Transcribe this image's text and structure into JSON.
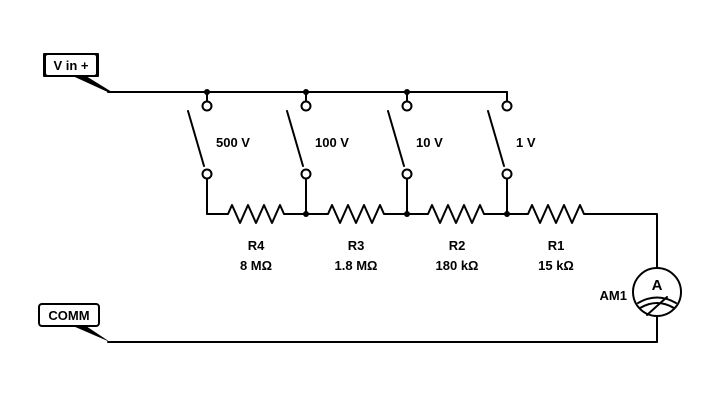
{
  "terminals": {
    "vin": "V in +",
    "comm": "COMM"
  },
  "switches": [
    {
      "label": "500 V"
    },
    {
      "label": "100 V"
    },
    {
      "label": "10 V"
    },
    {
      "label": "1 V"
    }
  ],
  "resistors": [
    {
      "name": "R4",
      "value": "8 MΩ"
    },
    {
      "name": "R3",
      "value": "1.8 MΩ"
    },
    {
      "name": "R2",
      "value": "180 kΩ"
    },
    {
      "name": "R1",
      "value": "15 kΩ"
    }
  ],
  "meter": {
    "name": "AM1",
    "symbol": "A"
  }
}
